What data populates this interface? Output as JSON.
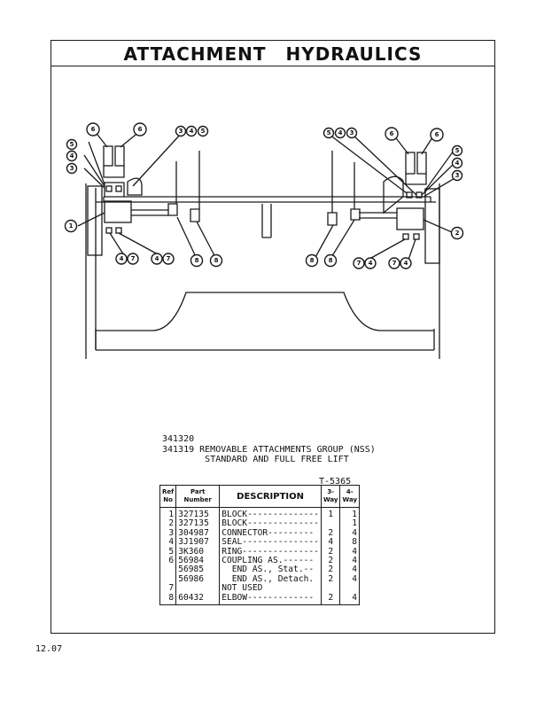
{
  "title": "ATTACHMENT   HYDRAULICS",
  "group": {
    "line1": "341320",
    "line2": "341319 REMOVABLE ATTACHMENTS GROUP (NSS)",
    "line3": "STANDARD AND FULL FREE LIFT"
  },
  "t_number": "T-5365",
  "table": {
    "headers": {
      "ref": "Ref No",
      "part": "Part Number",
      "desc": "DESCRIPTION",
      "q3": "3-Way",
      "q4": "4-Way"
    },
    "rows": [
      {
        "ref": "1",
        "part": "327135",
        "desc": "BLOCK--------------",
        "q3": "1",
        "q4": "1"
      },
      {
        "ref": "2",
        "part": "327135",
        "desc": "BLOCK--------------",
        "q3": "",
        "q4": "1"
      },
      {
        "ref": "3",
        "part": "304987",
        "desc": "CONNECTOR---------",
        "q3": "2",
        "q4": "4"
      },
      {
        "ref": "4",
        "part": "3J1907",
        "desc": "SEAL---------------",
        "q3": "4",
        "q4": "8"
      },
      {
        "ref": "5",
        "part": "3K360",
        "desc": "RING---------------",
        "q3": "2",
        "q4": "4"
      },
      {
        "ref": "6",
        "part": "56984",
        "desc": "COUPLING AS.------",
        "q3": "2",
        "q4": "4"
      },
      {
        "ref": "",
        "part": "56985",
        "desc": "  END AS., Stat.--",
        "q3": "2",
        "q4": "4"
      },
      {
        "ref": "",
        "part": "56986",
        "desc": "  END AS., Detach.",
        "q3": "2",
        "q4": "4"
      },
      {
        "ref": "7",
        "part": "",
        "desc": "NOT USED",
        "q3": "",
        "q4": ""
      },
      {
        "ref": "8",
        "part": "60432",
        "desc": "ELBOW-------------",
        "q3": "2",
        "q4": "4"
      }
    ]
  },
  "page_number": "12.07",
  "callouts": {
    "c1": "1",
    "c2": "2",
    "c3": "3",
    "c4": "4",
    "c5": "5",
    "c6": "6",
    "c7": "7",
    "c8": "8"
  }
}
